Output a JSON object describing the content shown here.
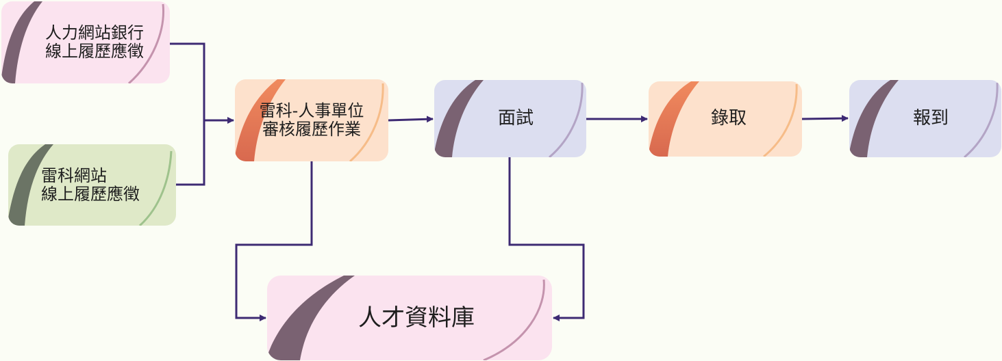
{
  "nodes": {
    "bank": {
      "lines": [
        "人力網站銀行",
        "線上履歷應徵"
      ],
      "fill": "#fbe3ef",
      "accent": "#7a6272",
      "stroke": "#c493ad"
    },
    "site": {
      "lines": [
        "雷科網站",
        "線上履歷應徵"
      ],
      "fill": "#dfe9c8",
      "accent": "#6b7465",
      "stroke": "#9ec28c"
    },
    "hr": {
      "lines": [
        "雷科-人事單位",
        "審核履歷作業"
      ],
      "fill": "#fde1cc",
      "accent": "#e2785c",
      "stroke": "#f6bc88"
    },
    "interview": {
      "lines": [
        "面試"
      ],
      "fill": "#dcdef0",
      "accent": "#7a6272",
      "stroke": "#b3a4c5"
    },
    "hire": {
      "lines": [
        "錄取"
      ],
      "fill": "#fde1cc",
      "accent": "#e2785c",
      "stroke": "#f6bc88"
    },
    "report": {
      "lines": [
        "報到"
      ],
      "fill": "#dcdef0",
      "accent": "#7a6272",
      "stroke": "#b3a4c5"
    },
    "talent": {
      "lines": [
        "人才資料庫"
      ],
      "fill": "#fbe3ef",
      "accent": "#7a6272",
      "stroke": "#c493ad"
    }
  },
  "connector_color": "#3d2a73"
}
